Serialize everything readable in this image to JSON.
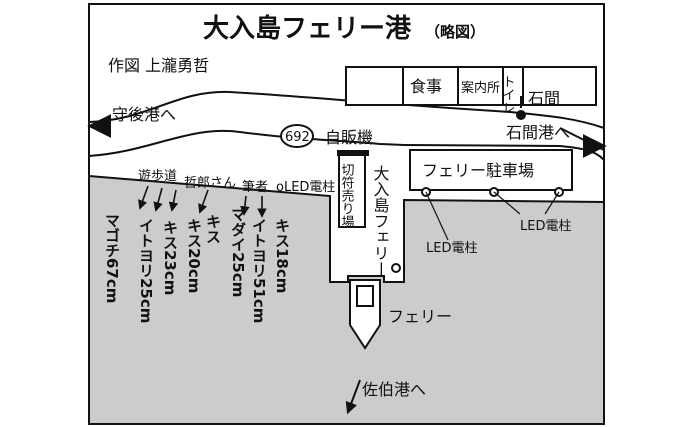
{
  "title": "大入島フェリー港",
  "subtitle": "（略図）",
  "author": "作図 上瀧勇哲",
  "places": {
    "restaurant": "食事",
    "info": "案内所",
    "toilet": "トイレ",
    "ishima": "石間",
    "ishima_port": "石間港へ",
    "moriato_port": "守後港へ",
    "route": "692",
    "vending": "自販機",
    "ticket": "切符売り場",
    "parking": "フェリー駐車場",
    "ferry_terminal": "大入島フェリー",
    "ferry": "フェリー",
    "saiki_port": "佐伯港へ",
    "promenade": "遊歩道",
    "tetsuro": "哲郎さん",
    "author_spot": "筆者",
    "led_pole": "LED電柱",
    "led_pole_small": "oLED電柱"
  },
  "catches": [
    "マゴチ67cm",
    "イトヨリ25cm",
    "キス23cm",
    "キス20cm",
    "キス",
    "マダイ25cm",
    "イトヨリ51cm",
    "キス18cm"
  ],
  "colors": {
    "sea": "#cccccc",
    "land": "#ffffff",
    "line": "#111111"
  }
}
